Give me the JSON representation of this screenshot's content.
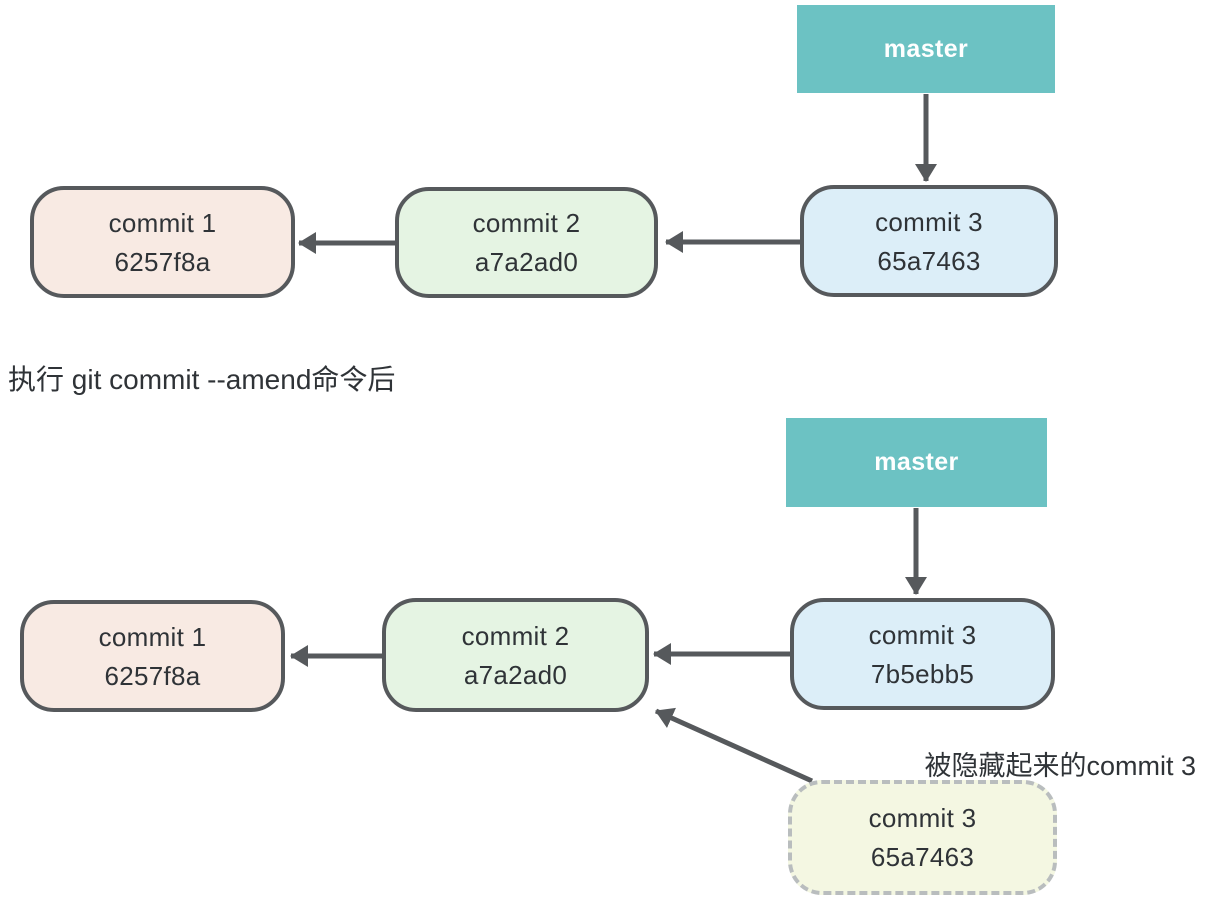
{
  "colors": {
    "teal": "#6cc2c3",
    "blue": "#dceef8",
    "green": "#e5f4e3",
    "pink": "#f8eae3",
    "yellow": "#f4f7e2",
    "line": "#56595c",
    "dash": "#b9bdbe",
    "ink": "#2f3337"
  },
  "before": {
    "branch": "master",
    "commit1": {
      "title": "commit 1",
      "hash": "6257f8a"
    },
    "commit2": {
      "title": "commit 2",
      "hash": "a7a2ad0"
    },
    "commit3": {
      "title": "commit 3",
      "hash": "65a7463"
    }
  },
  "caption": "执行 git commit --amend命令后",
  "after": {
    "branch": "master",
    "commit1": {
      "title": "commit 1",
      "hash": "6257f8a"
    },
    "commit2": {
      "title": "commit 2",
      "hash": "a7a2ad0"
    },
    "commit3": {
      "title": "commit 3",
      "hash": "7b5ebb5"
    },
    "hidden": {
      "title": "commit 3",
      "hash": "65a7463",
      "note": "被隐藏起来的commit 3"
    }
  }
}
